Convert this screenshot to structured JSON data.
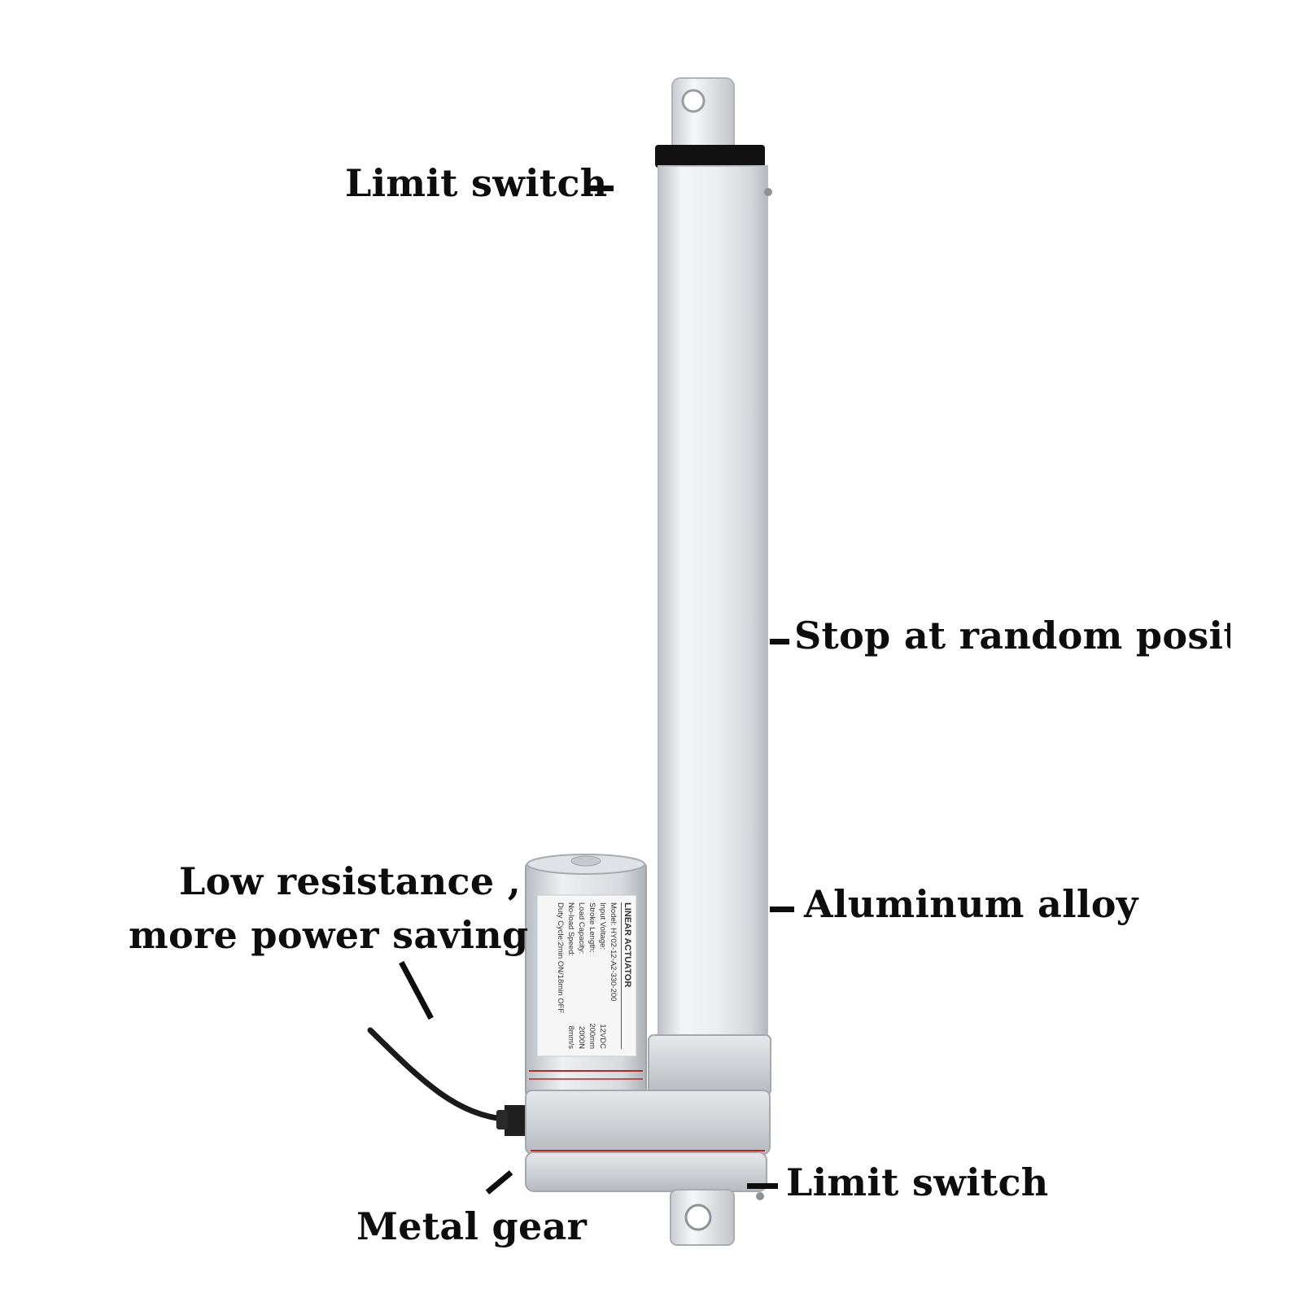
{
  "callouts": {
    "limit_switch_top": "Limit switch",
    "stop_random": "Stop at random position.",
    "aluminum_alloy": "Aluminum alloy",
    "low_resistance_line1": "Low resistance ,",
    "low_resistance_line2": "more power saving",
    "metal_gear": "Metal gear",
    "limit_switch_bottom": "Limit switch"
  },
  "motor_label": {
    "title": "LINEAR ACTUATOR",
    "model": "Model: HY02-12-A2-330-200",
    "input_voltage_label": "Input Voltage:",
    "input_voltage_value": "12VDC",
    "stroke_label": "Stroke Length:",
    "stroke_value": "200mm",
    "load_label": "Load Capacity:",
    "load_value": "2000N",
    "speed_label": "No-load Speed:",
    "speed_value": "8mm/s",
    "duty_cycle": "Duty Cycle:2min ON/18min OFF"
  },
  "colors": {
    "text": "#0d0d0d",
    "aluminum": "#e7e9ec",
    "seal_ring": "#111111",
    "cable": "#1a1a1a",
    "red_stripe": "#b02a2a"
  }
}
